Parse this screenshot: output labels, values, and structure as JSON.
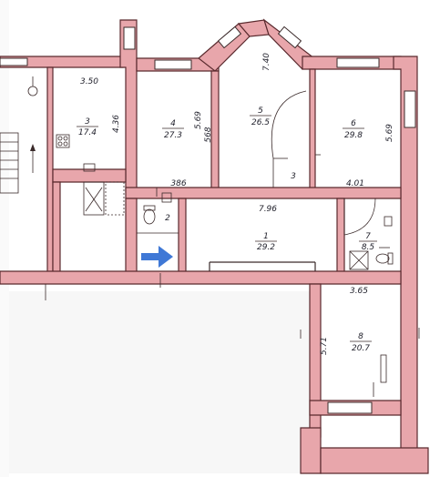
{
  "rooms": [
    {
      "number": "1",
      "area": "29.2"
    },
    {
      "number": "2",
      "area": ""
    },
    {
      "number": "3",
      "area": "17.4"
    },
    {
      "number": "4",
      "area": "27.3"
    },
    {
      "number": "5",
      "area": "26.5"
    },
    {
      "number": "6",
      "area": "29.8"
    },
    {
      "number": "7",
      "area": "8.5"
    },
    {
      "number": "8",
      "area": "20.7"
    }
  ],
  "dimensions": {
    "d350": "3.50",
    "d436": "4.36",
    "d569a": "5.69",
    "d568": "568",
    "d740": "7.40",
    "d569b": "5.69",
    "d386": "386",
    "d401": "4.01",
    "d796": "7.96",
    "d365": "3.65",
    "d571": "5.71",
    "d3": "3"
  },
  "colors": {
    "wall": "#e8a6ab",
    "arrow": "#3f78d6"
  },
  "arrow_icon": "arrow-right-icon"
}
